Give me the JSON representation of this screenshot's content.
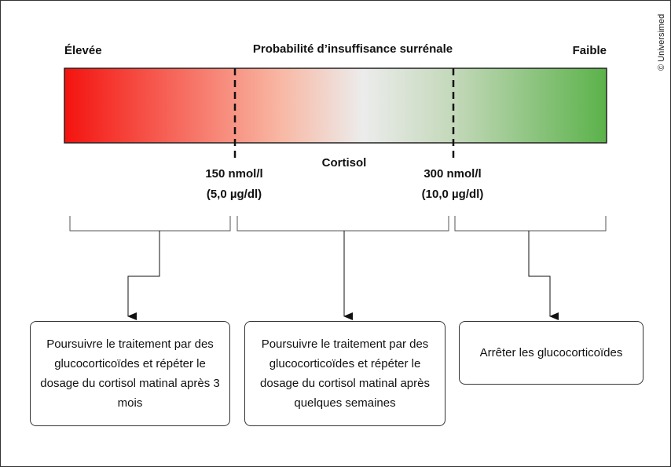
{
  "header": {
    "left": "Élevée",
    "title": "Probabilité d’insuffisance surrénale",
    "right": "Faible"
  },
  "axis_label": "Cortisol",
  "thresholds": [
    {
      "value": "150 nmol/l",
      "alt": "(5,0 µg/dl)"
    },
    {
      "value": "300 nmol/l",
      "alt": "(10,0 µg/dl)"
    }
  ],
  "gradient_colors": [
    "#f4130f",
    "#f7967a",
    "#ececec",
    "#5bb24a"
  ],
  "boxes": [
    "Poursuivre le traitement par des glucocorticoïdes et répéter le dosage du cortisol matinal après 3 mois",
    "Poursuivre le traitement par des glucocorticoïdes et répéter le dosage du cortisol matinal après quelques semaines",
    "Arrêter les glucocorticoïdes"
  ],
  "copyright": "© Universimed"
}
